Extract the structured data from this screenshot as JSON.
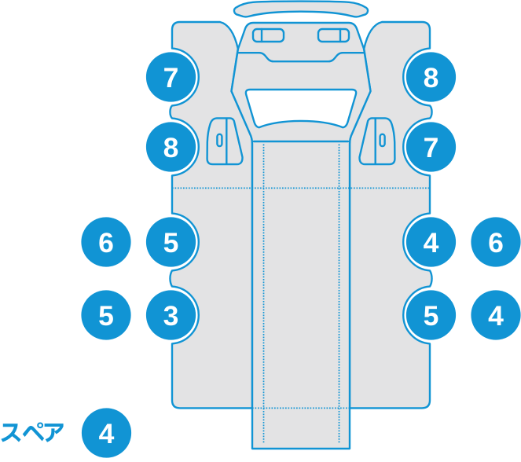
{
  "diagram": {
    "spare": {
      "label": "スペア",
      "value": "4"
    },
    "callouts": [
      {
        "position": "front-row1-left",
        "value": "7"
      },
      {
        "position": "front-row1-right",
        "value": "8"
      },
      {
        "position": "front-row2-left",
        "value": "8"
      },
      {
        "position": "front-row2-right",
        "value": "7"
      },
      {
        "position": "mid-left-outer",
        "value": "6"
      },
      {
        "position": "mid-left-inner",
        "value": "5"
      },
      {
        "position": "mid-right-inner",
        "value": "4"
      },
      {
        "position": "mid-right-outer",
        "value": "6"
      },
      {
        "position": "rear-left-outer",
        "value": "5"
      },
      {
        "position": "rear-left-inner",
        "value": "3"
      },
      {
        "position": "rear-right-inner",
        "value": "5"
      },
      {
        "position": "rear-right-outer",
        "value": "4"
      }
    ]
  },
  "colors": {
    "accent": "#1194d4",
    "panel_fill": "#e3e3e4",
    "number": "#ffffff",
    "background": "#ffffff"
  }
}
